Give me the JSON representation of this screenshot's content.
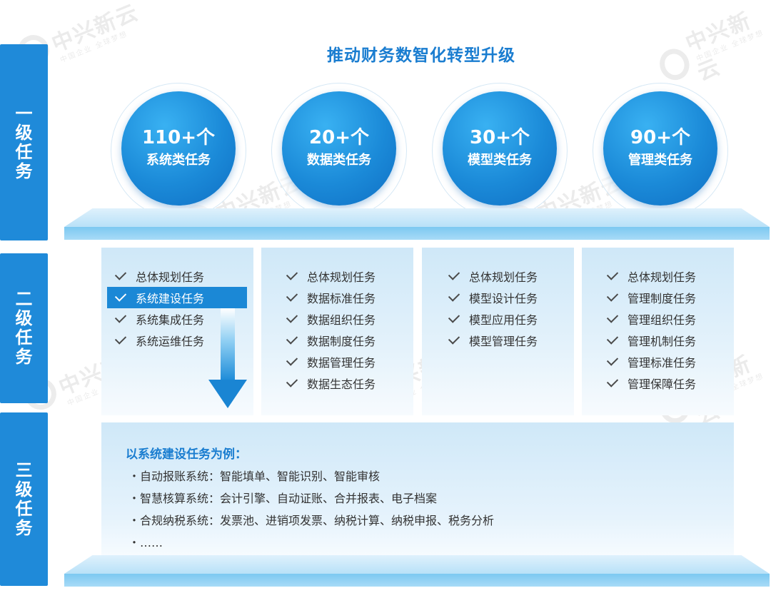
{
  "title": "推动财务数智化转型升级",
  "levels": [
    "一级任务",
    "二级任务",
    "三级任务"
  ],
  "watermark": {
    "brand": "中兴新云",
    "slogan": "中国企业 全球梦想"
  },
  "categories": [
    {
      "count": "110+个",
      "label": "系统类任务",
      "items": [
        "总体规划任务",
        "系统建设任务",
        "系统集成任务",
        "系统运维任务"
      ],
      "highlight": 1
    },
    {
      "count": "20+个",
      "label": "数据类任务",
      "items": [
        "总体规划任务",
        "数据标准任务",
        "数据组织任务",
        "数据制度任务",
        "数据管理任务",
        "数据生态任务"
      ]
    },
    {
      "count": "30+个",
      "label": "模型类任务",
      "items": [
        "总体规划任务",
        "模型设计任务",
        "模型应用任务",
        "模型管理任务"
      ]
    },
    {
      "count": "90+个",
      "label": "管理类任务",
      "items": [
        "总体规划任务",
        "管理制度任务",
        "管理组织任务",
        "管理机制任务",
        "管理标准任务",
        "管理保障任务"
      ]
    }
  ],
  "example": {
    "title": "以系统建设任务为例：",
    "lines": [
      "・自动报账系统：智能填单、智能识别、智能审核",
      "・智慧核算系统：会计引擎、自动证账、合并报表、电子档案",
      "・合规纳税系统：发票池、进销项发票、纳税计算、纳税申报、税务分析",
      "・……"
    ]
  },
  "colors": {
    "primary": "#1f8ad9",
    "title": "#1a7dd0",
    "panel": "#cfe8f8"
  }
}
